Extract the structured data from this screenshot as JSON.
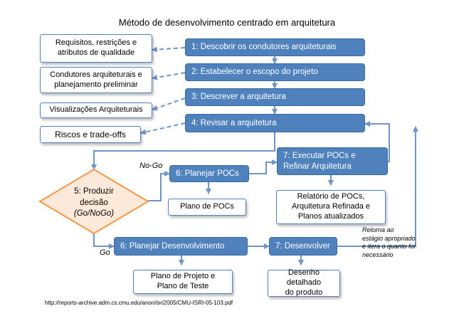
{
  "title": "Método de desenvolvimento centrado em arquitetura",
  "steps": {
    "s1": "1: Descobrir os condutores arquiteturais",
    "s2": "2: Estabelecer o escopo do projeto",
    "s3": "3: Descrever a arquitetura",
    "s4": "4: Revisar a arquitetura",
    "s5_line1": "5: Produzir",
    "s5_line2": "decisão",
    "s5_line3": "(Go/NoGo)",
    "s6_pocs": "6: Planejar POCs",
    "s7_pocs_line1": "7: Executar POCs e",
    "s7_pocs_line2": "Refinar Arquitetura",
    "s6_dev": "6: Planejar Desenvolvimento",
    "s7_dev": "7: Desenvolver"
  },
  "artifacts": {
    "requisitos_line1": "Requisitos, restrições e",
    "requisitos_line2": "atributos de qualidade",
    "condutores_line1": "Condutores arquiteturais e",
    "condutores_line2": "planejamento preliminar",
    "visualizacoes": "Visualizações Arquiteturais",
    "riscos": "Riscos e trade-offs",
    "plano_pocs": "Plano de POCs",
    "relatorio_line1": "Relatório de POCs,",
    "relatorio_line2": "Arquitetura Refinada e",
    "relatorio_line3": "Planos atualizados",
    "plano_projeto_line1": "Plano de Projeto e",
    "plano_projeto_line2": "Plano de Teste",
    "desenho_line1": "Desenho detalhado",
    "desenho_line2": "do produto"
  },
  "labels": {
    "no_go": "No-Go",
    "go": "Go",
    "note_line1": "Retorna ao",
    "note_line2": "estágio apropriado",
    "note_line3": "e itera o quanto for",
    "note_line4": "necessário"
  },
  "source_url": "http://reports-archive.adm.cs.cmu.edu/anon/isri2005/CMU-ISRI-05-103.pdf",
  "colors": {
    "step_fill": "#4f81bd",
    "arrow": "#6f95c8",
    "decision_fill": "#fde9d9",
    "decision_border": "#f79646"
  }
}
